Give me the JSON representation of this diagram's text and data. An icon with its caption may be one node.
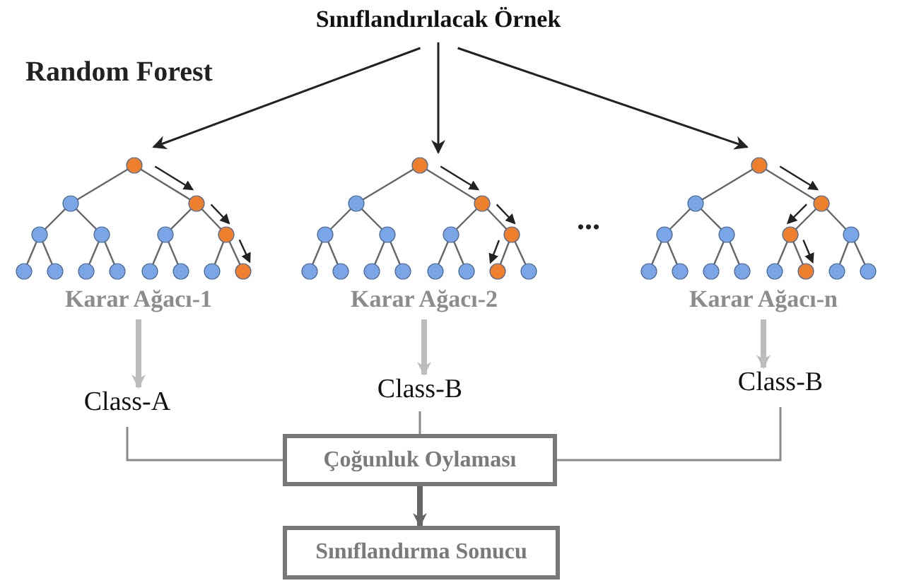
{
  "diagram": {
    "nodes": [
      {
        "text": [
          "Sınıflandırılacak Örnek"
        ]
      },
      {
        "text": [
          "Karar Ağacı-1"
        ]
      },
      {
        "text": [
          "Karar Ağacı-2"
        ]
      },
      {
        "text": [
          "Karar Ağacı-n"
        ]
      },
      {
        "text": [
          "Class-A"
        ]
      },
      {
        "text": [
          "Class-B"
        ]
      },
      {
        "text": [
          "Class-B"
        ]
      },
      {
        "text": [
          "Çoğunluk Oylaması"
        ]
      },
      {
        "text": [
          "Sınıflandırma Sonucu"
        ]
      }
    ],
    "edges": [
      {
        "from": 0,
        "to": 1,
        "arrow": "to"
      },
      {
        "from": 0,
        "to": 2,
        "arrow": "to"
      },
      {
        "from": 0,
        "to": 3,
        "arrow": "to"
      },
      {
        "from": 1,
        "to": 4,
        "arrow": "to",
        "style": "thick",
        "color": "#bcbcbc"
      },
      {
        "from": 2,
        "to": 5,
        "arrow": "to",
        "style": "thick",
        "color": "#bcbcbc"
      },
      {
        "from": 3,
        "to": 6,
        "arrow": "to",
        "style": "thick",
        "color": "#bcbcbc"
      },
      {
        "from": 4,
        "to": 7,
        "arrow": "none",
        "color": "#8a8a8a"
      },
      {
        "from": 5,
        "to": 7,
        "arrow": "none",
        "color": "#8a8a8a"
      },
      {
        "from": 6,
        "to": 7,
        "arrow": "none",
        "color": "#8a8a8a"
      },
      {
        "from": 7,
        "to": 8,
        "arrow": "to",
        "style": "thick",
        "color": "#666666"
      }
    ],
    "labels": [
      "Random Forest",
      "..."
    ]
  }
}
